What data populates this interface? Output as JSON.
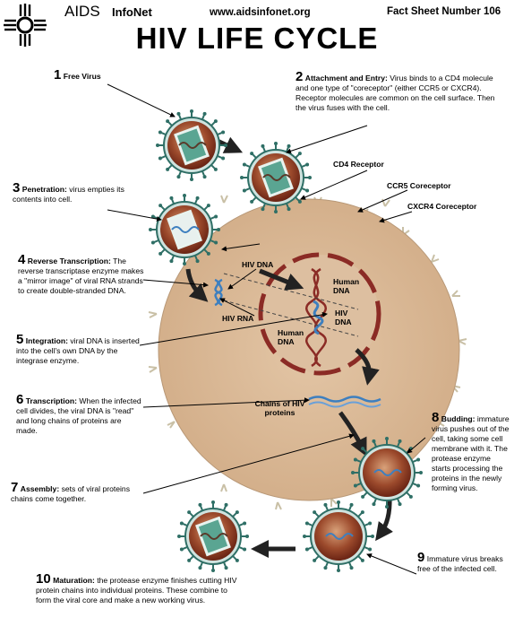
{
  "header": {
    "brand": "AIDS",
    "brand_sub": "InfoNet",
    "url": "www.aidsinfonet.org",
    "sheet": "Fact Sheet Number 106"
  },
  "title": "HIV LIFE CYCLE",
  "steps": [
    {
      "num": "1",
      "name": "Free Virus",
      "text": ""
    },
    {
      "num": "2",
      "name": "Attachment and Entry:",
      "text": " Virus binds to a CD4 molecule and one type of \"coreceptor\" (either CCR5 or CXCR4). Receptor molecules are common on the cell surface. Then the virus fuses with the cell."
    },
    {
      "num": "3",
      "name": "Penetration:",
      "text": " virus empties its contents into cell."
    },
    {
      "num": "4",
      "name": "Reverse Transcription:",
      "text": " The reverse transcriptase enzyme makes a \"mirror image\" of viral RNA strands to create double-stranded DNA."
    },
    {
      "num": "5",
      "name": "Integration:",
      "text": " viral DNA is inserted into the cell's own DNA by the integrase enzyme."
    },
    {
      "num": "6",
      "name": "Transcription:",
      "text": " When the infected cell divides, the viral DNA is \"read\" and long chains of proteins are made."
    },
    {
      "num": "7",
      "name": "Assembly:",
      "text": " sets of viral proteins chains come together."
    },
    {
      "num": "8",
      "name": "Budding:",
      "text": " immature virus pushes out of the cell, taking some cell membrane with it. The protease enzyme starts processing the proteins in the newly forming virus."
    },
    {
      "num": "9",
      "name": "",
      "text": "Immature virus breaks free of the infected cell."
    },
    {
      "num": "10",
      "name": "Maturation:",
      "text": " the protease enzyme finishes cutting HIV protein chains into individual proteins. These combine to form the viral core and make a new working virus."
    }
  ],
  "labels": {
    "cd4": "CD4 Receptor",
    "ccr5": "CCR5 Coreceptor",
    "cxcr4": "CXCR4 Coreceptor",
    "hiv_dna": "HIV DNA",
    "hiv_rna": "HIV RNA",
    "human_dna_1": "Human DNA",
    "human_dna_2": "HIV DNA",
    "human_dna_3": "Human DNA",
    "chains": "Chains of HIV proteins"
  },
  "colors": {
    "cell": "#d9b795",
    "nucleus_ring": "#8b2b25",
    "virus": "#8a3a24",
    "virus_ring": "#2f6f66",
    "rna": "#3d7fbf"
  }
}
